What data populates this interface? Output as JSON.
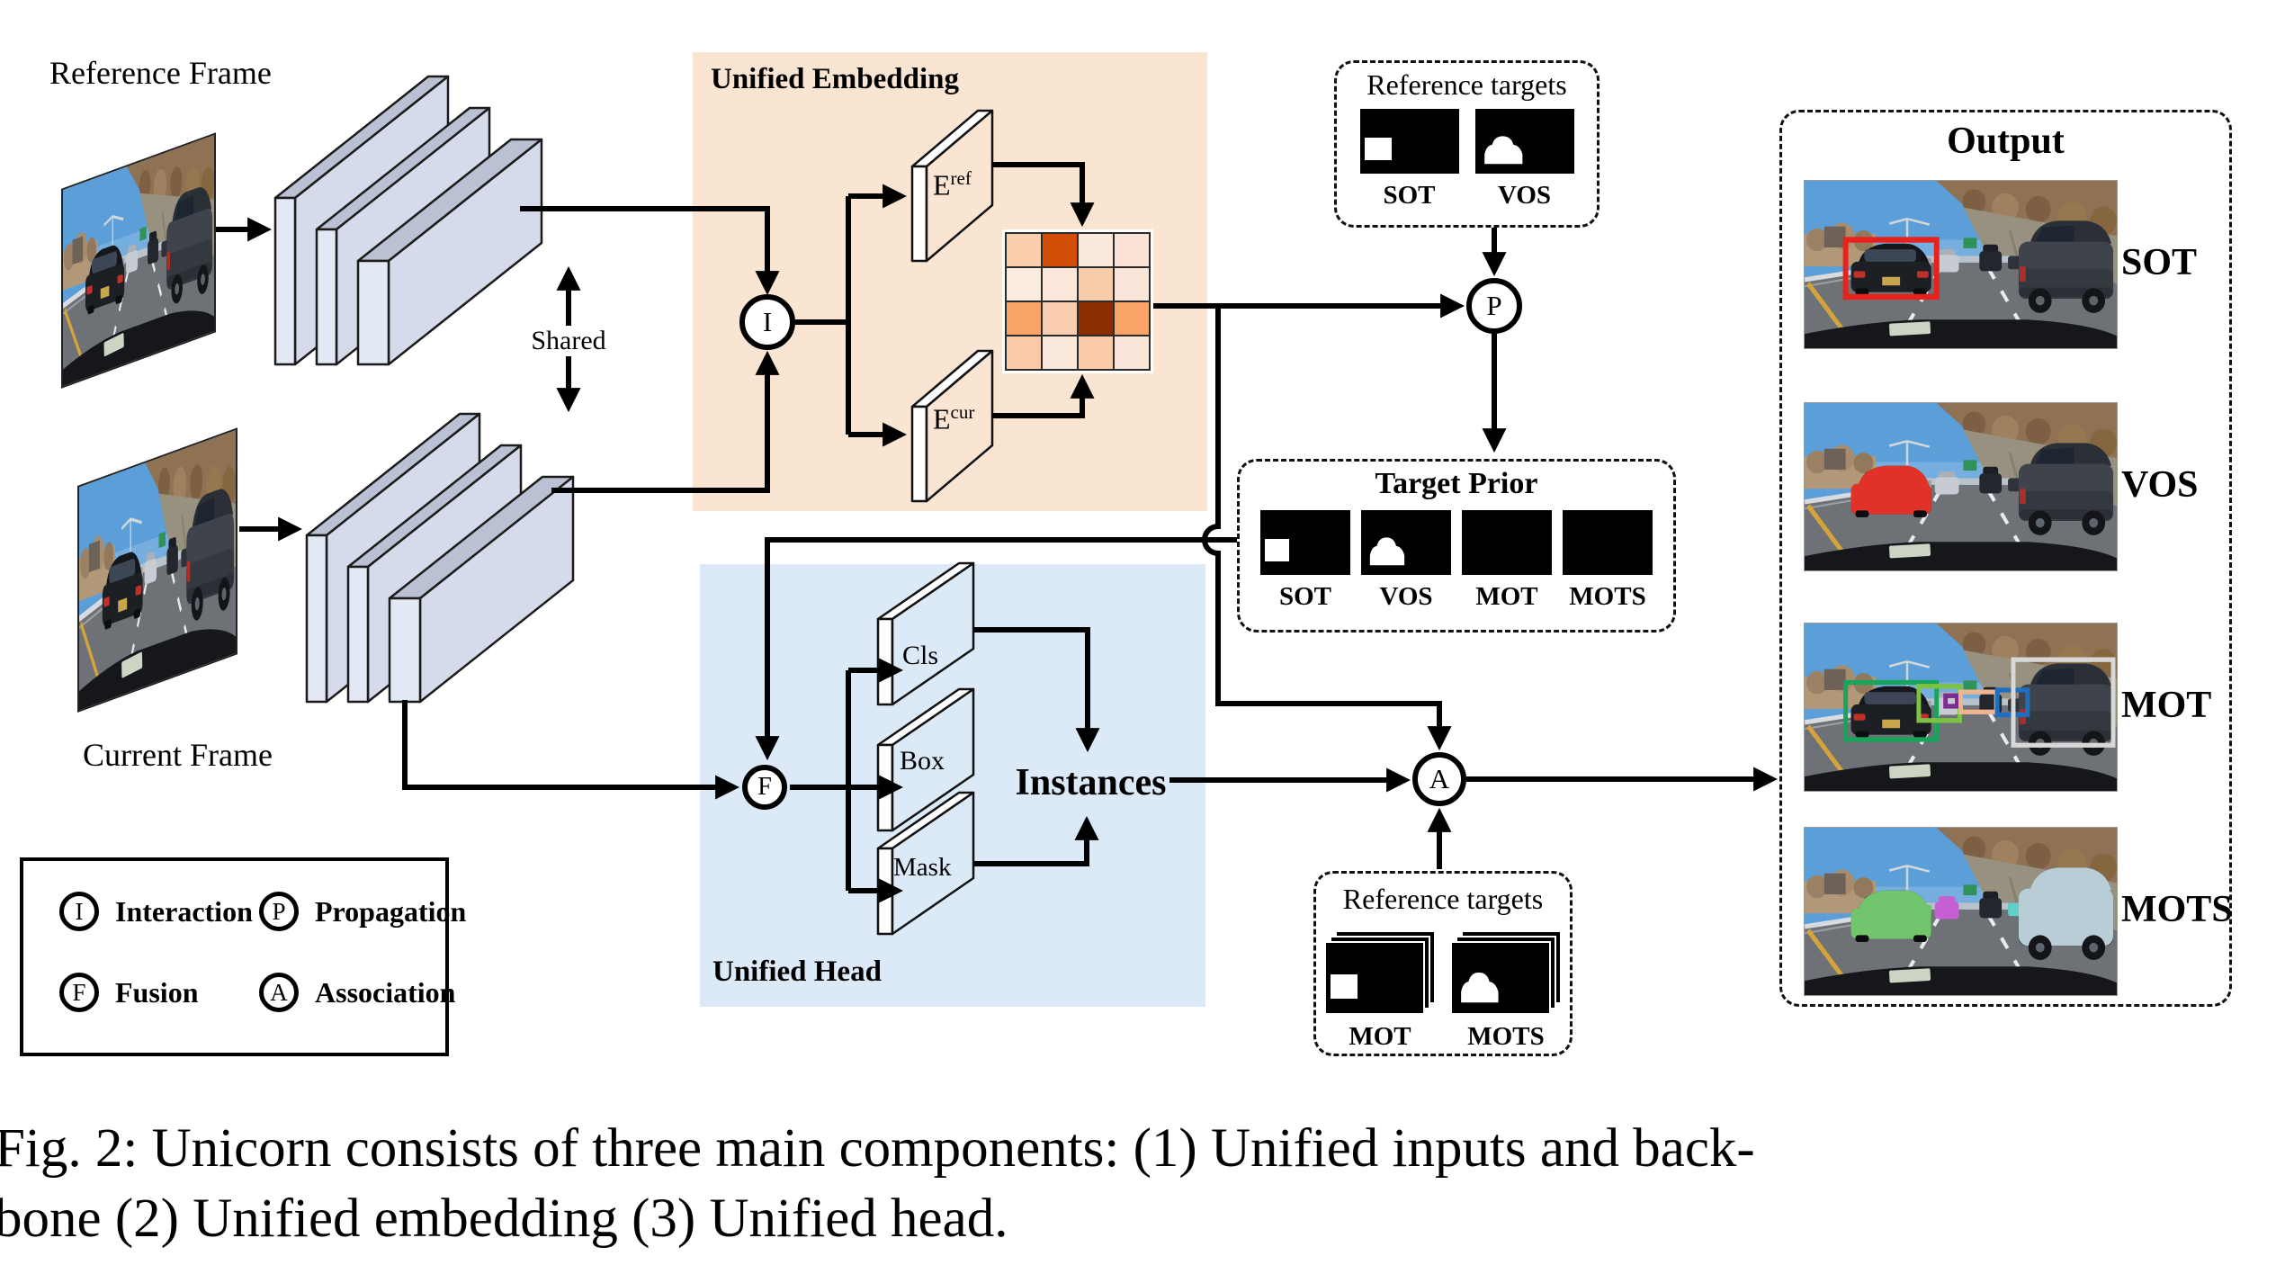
{
  "figure": {
    "caption_line1": "Fig. 2: Unicorn consists of three main components: (1) Unified inputs and back-",
    "caption_line2": "bone (2) Unified embedding (3) Unified head."
  },
  "inputs": {
    "reference_label": "Reference Frame",
    "current_label": "Current Frame",
    "shared_label": "Shared"
  },
  "nodes": {
    "interaction": "I",
    "propagation": "P",
    "fusion": "F",
    "association": "A"
  },
  "embedding": {
    "title": "Unified Embedding",
    "e_ref": {
      "base": "E",
      "sup": "ref"
    },
    "e_cur": {
      "base": "E",
      "sup": "cur"
    },
    "bg": "#fae5d3",
    "grid": [
      [
        "#f9cfae",
        "#d14f04",
        "#fbe9dc",
        "#fae3d4"
      ],
      [
        "#fbeade",
        "#fbe8db",
        "#f9cca9",
        "#fae6d8"
      ],
      [
        "#fba469",
        "#f9cdaf",
        "#8b2f03",
        "#fba469"
      ],
      [
        "#f9cba9",
        "#fbe9dc",
        "#f9cba9",
        "#fae6d8"
      ]
    ]
  },
  "head": {
    "title": "Unified Head",
    "bg": "#dce9f7",
    "branches": [
      "Cls",
      "Box",
      "Mask"
    ],
    "instances_label": "Instances"
  },
  "reference_targets_top": {
    "title": "Reference targets",
    "items": [
      {
        "label": "SOT",
        "target": "box"
      },
      {
        "label": "VOS",
        "target": "car"
      }
    ]
  },
  "target_prior": {
    "title": "Target Prior",
    "items": [
      {
        "label": "SOT",
        "target": "box"
      },
      {
        "label": "VOS",
        "target": "car"
      },
      {
        "label": "MOT",
        "target": "none"
      },
      {
        "label": "MOTS",
        "target": "none"
      }
    ]
  },
  "reference_targets_bottom": {
    "title": "Reference targets",
    "items": [
      {
        "label": "MOT",
        "target": "box"
      },
      {
        "label": "MOTS",
        "target": "car"
      }
    ]
  },
  "output": {
    "title": "Output",
    "items": [
      {
        "label": "SOT",
        "overlay": "sot"
      },
      {
        "label": "VOS",
        "overlay": "vos"
      },
      {
        "label": "MOT",
        "overlay": "mot"
      },
      {
        "label": "MOTS",
        "overlay": "mots"
      }
    ]
  },
  "legend": {
    "items": [
      {
        "symbol": "I",
        "label": "Interaction"
      },
      {
        "symbol": "P",
        "label": "Propagation"
      },
      {
        "symbol": "F",
        "label": "Fusion"
      },
      {
        "symbol": "A",
        "label": "Association"
      }
    ]
  },
  "colors": {
    "sot_box": "#e8211a",
    "vos_mask": "#e03229",
    "mot_boxes": [
      "#18a45b",
      "#7dc242",
      "#7b2d8e",
      "#f0b48e",
      "#1e6fc0",
      "#d8d8d8"
    ],
    "mots_masks": {
      "sedan": "#72c46d",
      "car2": "#c65fd1",
      "car3": "#6fc46f",
      "car4": "#5fd1c8",
      "suv": "#b9cdd6"
    }
  }
}
